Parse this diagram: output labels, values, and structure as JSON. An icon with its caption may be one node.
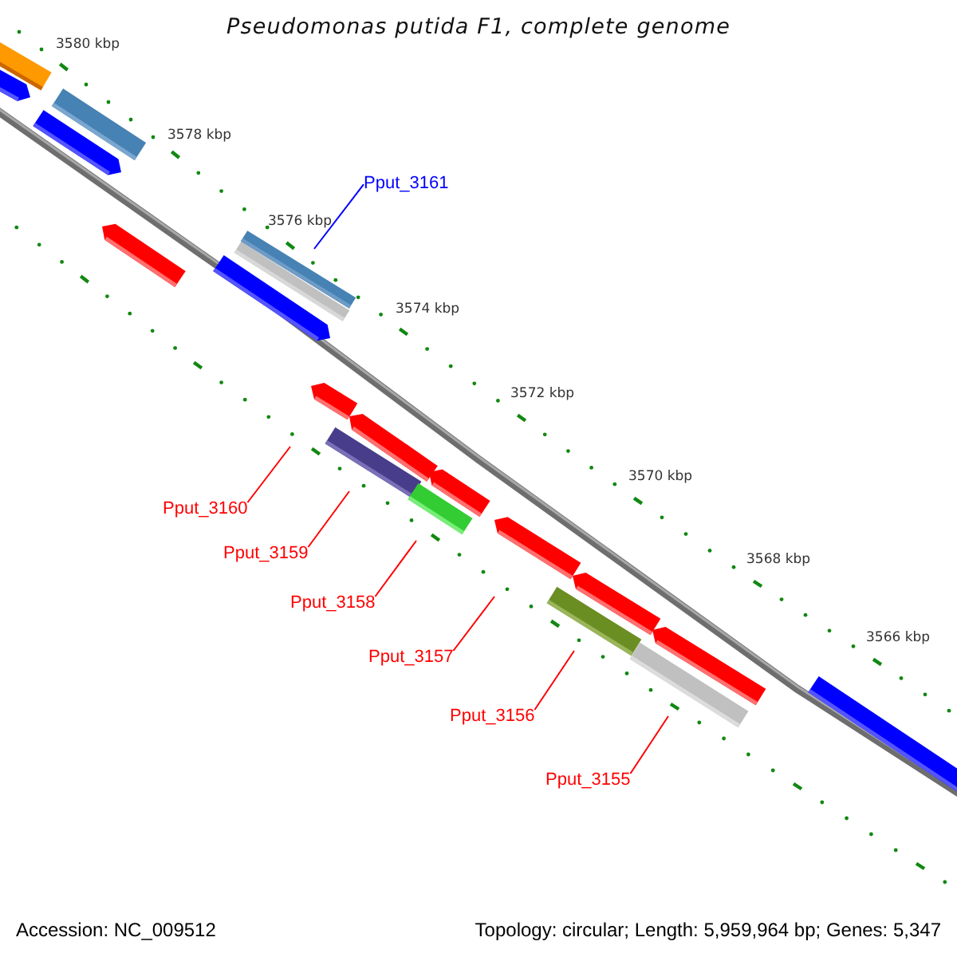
{
  "diagram": {
    "title": "Pseudomonas putida F1, complete genome",
    "nodes": [
      {
        "text": [
          "Pput_3161"
        ]
      },
      {
        "text": [
          "Pput_3160"
        ]
      },
      {
        "text": [
          "Pput_3159"
        ]
      },
      {
        "text": [
          "Pput_3158"
        ]
      },
      {
        "text": [
          "Pput_3157"
        ]
      },
      {
        "text": [
          "Pput_3156"
        ]
      },
      {
        "text": [
          "Pput_3155"
        ]
      }
    ],
    "edges": [
      {
        "from": 0,
        "to": null,
        "arrow": "none",
        "color": "#0000ff"
      },
      {
        "from": 1,
        "to": null,
        "arrow": "none"
      },
      {
        "from": 2,
        "to": null,
        "arrow": "none"
      },
      {
        "from": 3,
        "to": null,
        "arrow": "none"
      },
      {
        "from": 4,
        "to": null,
        "arrow": "none"
      },
      {
        "from": 5,
        "to": null,
        "arrow": "none"
      },
      {
        "from": 6,
        "to": null,
        "arrow": "none"
      }
    ],
    "labels": [
      "3580 kbp",
      "3578 kbp",
      "3576 kbp",
      "3574 kbp",
      "3572 kbp",
      "3570 kbp",
      "3568 kbp",
      "3566 kbp",
      "Accession: NC_009512",
      "Topology: circular; Length: 5,959,964 bp; Genes: 5,347"
    ]
  }
}
